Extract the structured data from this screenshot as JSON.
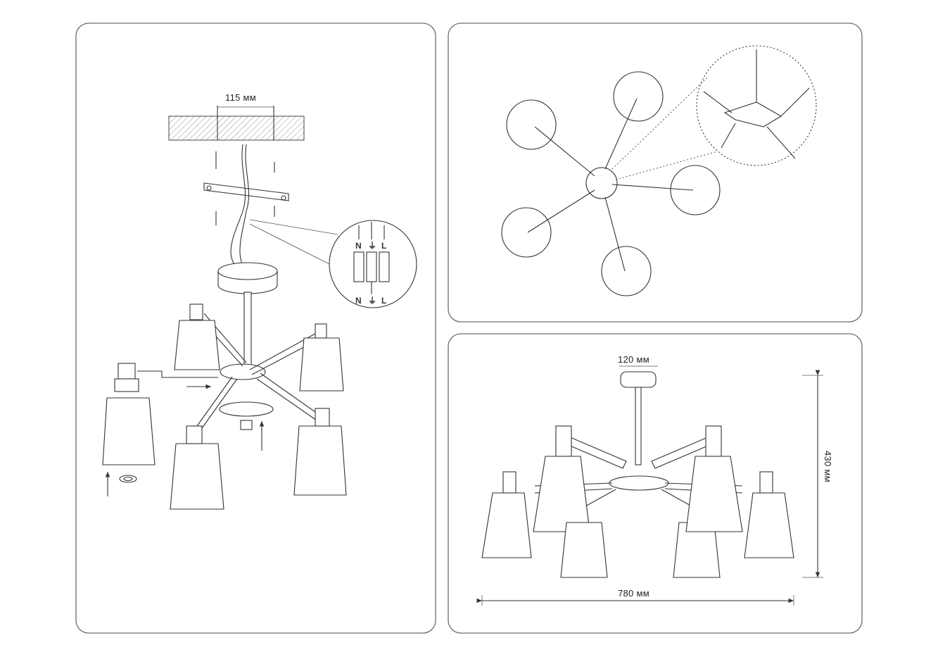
{
  "install_panel": {
    "mount_width_label": "115 мм",
    "terminal_labels_top": [
      "N",
      "⏚",
      "L"
    ],
    "terminal_labels_bottom": [
      "N",
      "⏚",
      "L"
    ]
  },
  "top_view_panel": {},
  "dimensions_panel": {
    "canopy_width_label": "120 мм",
    "height_label": "430 мм",
    "width_label": "780 мм"
  }
}
